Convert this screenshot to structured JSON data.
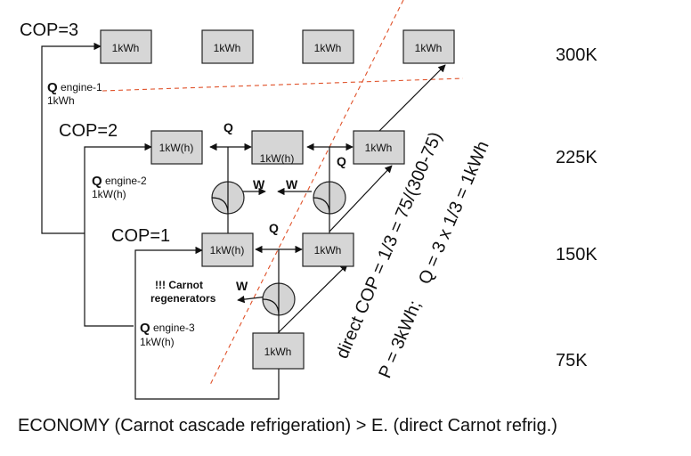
{
  "cop_labels": [
    "COP=3",
    "COP=2",
    "COP=1"
  ],
  "temperatures": [
    "300K",
    "225K",
    "150K",
    "75K"
  ],
  "boxes": {
    "top": [
      "1kWh",
      "1kWh",
      "1kWh",
      "1kWh"
    ],
    "mid_left": "1kW(h)",
    "mid_center": "1kW(h)",
    "mid_right": "1kWh",
    "low_left": "1kW(h)",
    "low_right": "1kWh",
    "bottom": "1kWh"
  },
  "engines": {
    "engine1": {
      "q": "Q",
      "name": "engine-1",
      "value": "1kWh"
    },
    "engine2": {
      "q": "Q",
      "name": "engine-2",
      "value": "1kW(h)"
    },
    "engine3": {
      "q": "Q",
      "name": "engine-3",
      "value": "1kW(h)"
    }
  },
  "flow_labels": {
    "q": "Q",
    "w": "W"
  },
  "note": [
    "!!! Carnot",
    "regenerators"
  ],
  "formulas": {
    "line1": "direct COP = 1/3 = 75/(300-75)",
    "line2": "P = 3kWh;    Q = 3 x 1/3 = 1kWh"
  },
  "caption": "ECONOMY (Carnot cascade refrigeration) > E. (direct Carnot refrig.)"
}
